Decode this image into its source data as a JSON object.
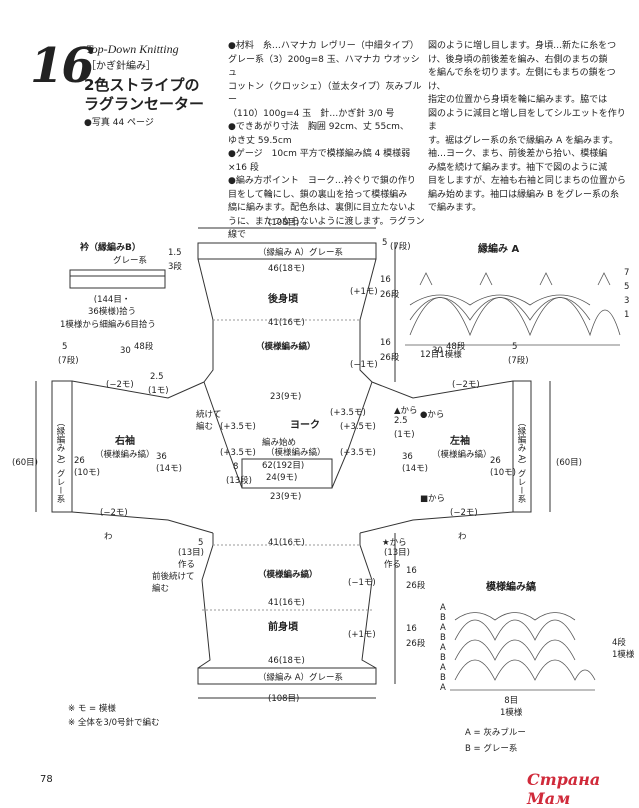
{
  "header": {
    "pattern_number": "16",
    "technique_en": "Top-Down Knitting",
    "technique_jp": "［かぎ針編み］",
    "title_line1": "2色ストライプの",
    "title_line2": "ラグランセーター",
    "photo_ref": "●写真 44 ページ"
  },
  "materials": {
    "l1": "●材料　糸…ハマナカ レヴリー（中細タイプ）",
    "l2": "グレー系（3）200g=8 玉、ハマナカ ウオッシュ",
    "l3": "コットン（クロッシェ）（並太タイプ）灰みブルー",
    "l4": "（110）100g=4 玉　針…かぎ針 3/0 号",
    "l5": "●できあがり寸法　胸囲 92cm、丈 55cm、",
    "l6": "ゆき丈 59.5cm",
    "l7": "●ゲージ　10cm 平方で模様編み縞 4 模様弱",
    "l8": "×16 段",
    "l9": "●編み方ポイント　ヨーク…衿ぐりで鎖の作り",
    "l10": "目をして輪にし、鎖の裏山を拾って模様編み",
    "l11": "縞に編みます。配色糸は、裏側に目立たないよ",
    "l12": "うに、またつならないように渡します。ラグラン線で"
  },
  "instructions": {
    "l1": "図のように増し目します。身頃…新たに糸をつ",
    "l2": "け、後身頃の前後差を編み、右側のまちの鎖",
    "l3": "を編んで糸を切ります。左側にもまちの鎖をつけ、",
    "l4": "指定の位置から身頃を輪に編みます。脇では",
    "l5": "図のように減目と増し目をしてシルエットを作りま",
    "l6": "す。裾はグレー系の糸で縁編み A を編みます。",
    "l7": "袖…ヨーク、まち、前後差から拾い、模様編",
    "l8": "み縞を続けて編みます。袖下で図のように減",
    "l9": "目をしますが、左袖も右袖と同じまちの位置から",
    "l10": "編み始めます。袖口は縁編み B をグレー系の糸",
    "l11": "で編みます。"
  },
  "diagram": {
    "collar_title": "衿（縁編みB）",
    "collar_color": "グレー系",
    "collar_rows": "3段",
    "collar_height": "1.5",
    "collar_pick": "(144目・\n36模様)拾う",
    "collar_note": "1模様から細編み6目拾う",
    "width_108_top": "(108目)",
    "width_108_bottom": "(108目)",
    "edge_a_back": "（縁編み A）グレー系",
    "edge_a_front": "（縁編み A）グレー系",
    "back_46": "46(18モ)",
    "back_41": "41(16モ)",
    "back_name": "後身頃",
    "back_pattern": "（模様編み縞）",
    "front_pattern": "（模様編み縞）",
    "front_name": "前身頃",
    "front_41a": "41(16モ)",
    "front_41b": "41(16モ)",
    "front_46": "46(18モ)",
    "yoke_name": "ヨーク",
    "yoke_pattern": "（模様編み縞）",
    "yoke_start": "編み始め",
    "neck_62": "62(192目)",
    "neck_24": "24(9モ)",
    "neck_23a": "23(9モ)",
    "neck_23b": "23(9モ)",
    "neck_8": "8",
    "neck_rows": "(13段)",
    "right_sleeve": "右袖",
    "left_sleeve": "左袖",
    "sleeve_pattern_r": "（模様編み縞）",
    "sleeve_pattern_l": "（模様編み縞）",
    "cuff_r": "（縁編み A）グレー系",
    "cuff_l": "（縁編み A）グレー系",
    "sleeve_60_r": "(60目)",
    "sleeve_60_l": "(60目)",
    "sleeve_26_r": "26\n(10モ)",
    "sleeve_26_l": "26\n(10モ)",
    "sleeve_36_r": "36\n(14モ)",
    "sleeve_36_l": "36\n(14モ)",
    "sleeve_30_r": "30",
    "sleeve_30_l": "30",
    "sleeve_48_r": "48段",
    "sleeve_48_l": "48段",
    "sleeve_5_r": "5",
    "sleeve_5_l": "5",
    "sleeve_7_r": "(7段)",
    "sleeve_7_l": "(7段)",
    "minus2_r1": "(−2モ)",
    "minus2_r2": "(−2モ)",
    "minus2_l1": "(−2モ)",
    "minus2_l2": "(−2モ)",
    "wa_r": "わ",
    "wa_l": "わ",
    "plus35_r1": "(+3.5モ)",
    "plus35_r2": "(+3.5モ)",
    "plus35_l1": "(+3.5モ)",
    "plus35_l2": "(+3.5モ)",
    "plus35_c": "(+3.5モ)",
    "plus1_a": "(+1モ)",
    "minus1_a": "(−1モ)",
    "minus1_b": "(−1モ)",
    "plus1_b": "(+1モ)",
    "v16_1": "16",
    "v26_1": "26段",
    "v5_1": "5",
    "v7_1": "(7段)",
    "v16_2": "16",
    "v26_2": "26段",
    "v16_3": "16",
    "v26_3": "26段",
    "v16_4": "16",
    "v26_4": "26段",
    "gusset_25a": "2.5",
    "gusset_1a": "(1モ)",
    "gusset_25b": "2.5",
    "gusset_1b": "(1モ)",
    "from_a": "▲から",
    "from_b": "■から",
    "from_c": "●から",
    "from_d": "★から",
    "v5_2": "5",
    "make_13_r": "(13目)\n作る",
    "make_13_l": "(13目)\n作る",
    "continue_front": "前後続けて\n編む",
    "back_cont": "続けて\n編む",
    "note1": "※ モ = 模様",
    "note2": "※ 全体を3/0号針で編む",
    "page_num": "78"
  },
  "chart_a": {
    "title": "縁編み A",
    "rows": "7\n5\n3\n1",
    "repeat": "12目1模様"
  },
  "chart_b": {
    "title": "模様編み縞",
    "rows": "A\nB\nA\nB\nA\nB\nA\nB\nA",
    "right_label": "4段\n1模様",
    "repeat": "8目\n1模様",
    "legend_a": "A = 灰みブルー",
    "legend_b": "B = グレー系"
  },
  "watermark": {
    "text": "Страна Мам"
  }
}
